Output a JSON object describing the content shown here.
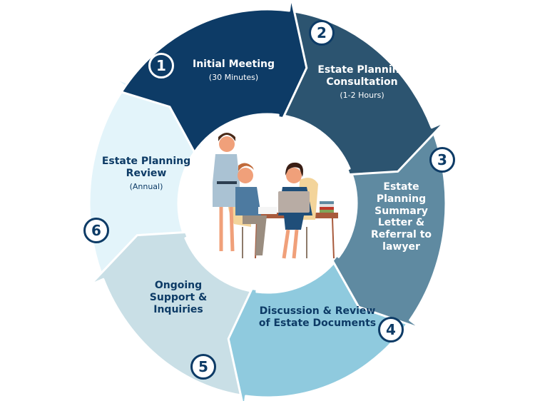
{
  "diagram": {
    "type": "cycle",
    "steps": [
      {
        "number": "1",
        "title": "Initial Meeting",
        "subtitle": "(30 Minutes)",
        "color": "#0d3b66",
        "text_color": "#ffffff"
      },
      {
        "number": "2",
        "title": "Estate Planning Consultation",
        "subtitle": "(1-2 Hours)",
        "color": "#2c5470",
        "text_color": "#ffffff"
      },
      {
        "number": "3",
        "title": "Estate Planning Summary Letter & Referral to lawyer",
        "subtitle": "",
        "color": "#5f8aa1",
        "text_color": "#ffffff"
      },
      {
        "number": "4",
        "title": "Discussion & Review of Estate Documents",
        "subtitle": "",
        "color": "#8fcade",
        "text_color": "#0d3b66"
      },
      {
        "number": "5",
        "title": "Ongoing Support & Inquiries",
        "subtitle": "",
        "color": "#c9dfe6",
        "text_color": "#0d3b66"
      },
      {
        "number": "6",
        "title": "Estate Planning Review",
        "subtitle": "(Annual)",
        "color": "#e3f4fa",
        "text_color": "#0d3b66"
      }
    ],
    "center_illustration": "people-meeting-at-desk-illustration"
  }
}
